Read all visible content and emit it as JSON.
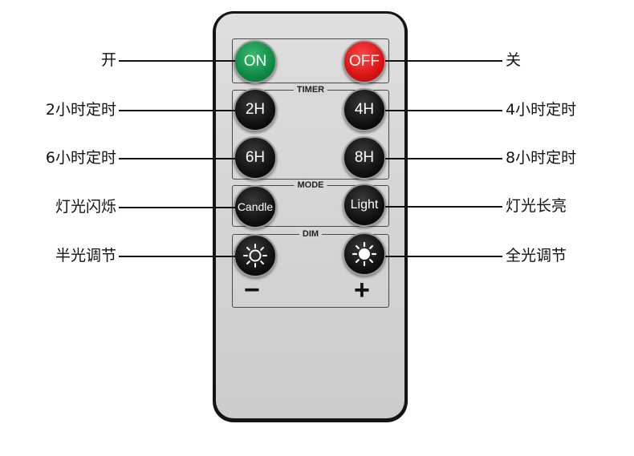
{
  "remote": {
    "sections": {
      "timer": "TIMER",
      "mode": "MODE",
      "dim": "DIM"
    },
    "buttons": {
      "on": "ON",
      "off": "OFF",
      "h2": "2H",
      "h4": "4H",
      "h6": "6H",
      "h8": "8H",
      "candle": "Candle",
      "light": "Light",
      "dim_minus_icon": "sun-outline-icon",
      "dim_plus_icon": "sun-filled-icon"
    },
    "signs": {
      "minus": "−",
      "plus": "+"
    }
  },
  "callouts": {
    "left": {
      "on": "开",
      "h2": "2小时定时",
      "h6": "6小时定时",
      "candle": "灯光闪烁",
      "dim_minus": "半光调节"
    },
    "right": {
      "off": "关",
      "h4": "4小时定时",
      "h8": "8小时定时",
      "light": "灯光长亮",
      "dim_plus": "全光调节"
    }
  },
  "colors": {
    "on_button": "#0e8a45",
    "off_button": "#d71414",
    "remote_body": "#141414",
    "remote_face": "#d6d6d6",
    "button_dark": "#111111"
  }
}
